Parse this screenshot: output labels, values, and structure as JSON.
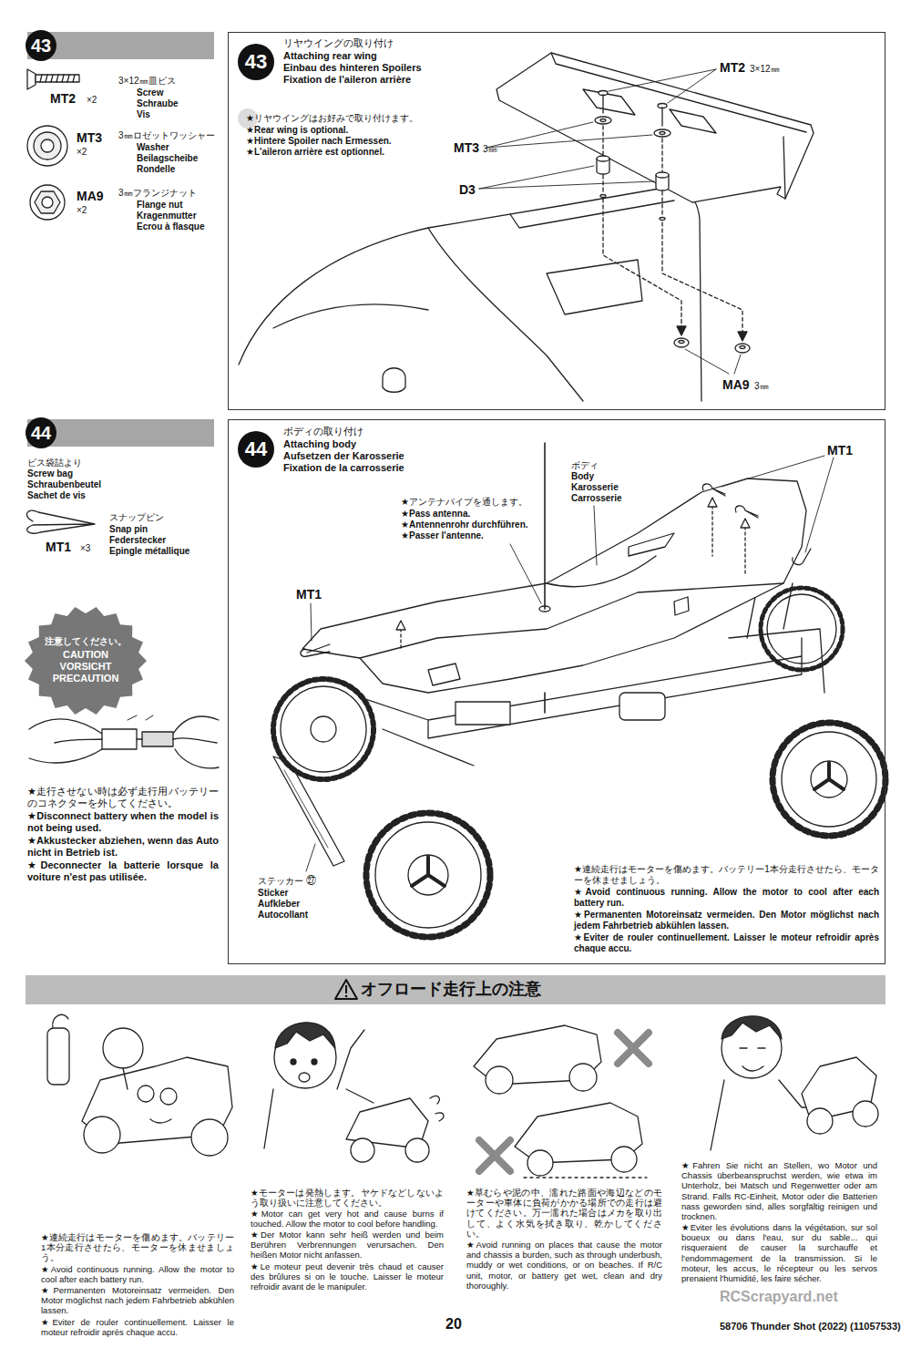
{
  "diagram": {
    "nodes": [
      {
        "text": [
          "43"
        ]
      },
      {
        "text": [
          "43",
          "リヤウイングの取り付け",
          "Attaching rear wing",
          "Einbau des hinteren Spoilers",
          "Fixation de l'aileron arrière"
        ]
      },
      {
        "text": [
          "44"
        ]
      },
      {
        "text": [
          "44",
          "ボディの取り付け",
          "Attaching body",
          "Aufsetzen der Karosserie",
          "Fixation de la carrosserie"
        ]
      },
      {
        "text": [
          "注意してください。",
          "CAUTION",
          "VORSICHT",
          "PRECAUTION"
        ]
      },
      {
        "text": [
          "オフロード走行上の注意"
        ]
      }
    ],
    "labels": [
      "MT2",
      "×2",
      "3×12㎜皿ビス",
      "Screw",
      "Schraube",
      "Vis",
      "MT3",
      "×2",
      "3㎜ロゼットワッシャー",
      "Washer",
      "Beilagscheibe",
      "Rondelle",
      "MA9",
      "×2",
      "3㎜フランジナット",
      "Flange nut",
      "Kragenmutter",
      "Ecrou à flasque",
      "★リヤウイングはお好みで取り付けます。",
      "★Rear wing is optional.",
      "★Hintere Spoiler nach Ermessen.",
      "★L'aileron arrière est optionnel.",
      "MT2",
      "3×12㎜",
      "MT3",
      "3㎜",
      "D3",
      "MA9",
      "3㎜",
      "ビス袋詰より",
      "Screw bag",
      "Schraubenbeutel",
      "Sachet de vis",
      "スナップピン",
      "Snap pin",
      "Federstecker",
      "Epingle métallique",
      "MT1",
      "×3",
      "★走行させない時は必ず走行用バッテリーのコネクターを外してください。",
      "★Disconnect battery when the model is not being used.",
      "★Akkustecker abziehen, wenn das Auto nicht in Betrieb ist.",
      "★Deconnecter la batterie lorsque la voiture n'est pas utilisée.",
      "MT1",
      "ボディ",
      "Body",
      "Karosserie",
      "Carrosserie",
      "★アンテナパイプを通します。",
      "★Pass antenna.",
      "★Antennenrohr durchführen.",
      "★Passer l'antenne.",
      "MT1",
      "ステッカー",
      "㉗",
      "Sticker",
      "Aufkleber",
      "Autocollant",
      "★連続走行はモーターを傷めます。バッテリー1本分走行させたら、モーターを休ませましょう。",
      "★Avoid continuous running. Allow the motor to cool after each battery run.",
      "★Permanenten Motoreinsatz vermeiden. Den Motor möglichst nach jedem Fahrbetrieb abkühlen lassen.",
      "★Eviter de rouler continuellement. Laisser le moteur refroidir après chaque accu.",
      "★連続走行はモーターを傷めます。バッテリー1本分走行させたら、モーターを休ませましょう。",
      "★Avoid continuous running. Allow the motor to cool after each battery run.",
      "★Permanenten Motoreinsatz vermeiden. Den Motor möglichst nach jedem Fahrbetrieb abkühlen lassen.",
      "★Eviter de rouler continuellement. Laisser le moteur refroidir après chaque accu.",
      "★モーターは発熱します。ヤケドなどしないよう取り扱いに注意してください。",
      "★Motor can get very hot and cause burns if touched. Allow the motor to cool before handling.",
      "★Der Motor kann sehr heiß werden und beim Berühren Verbrennungen verursachen. Den heißen Motor nicht anfassen.",
      "★Le moteur peut devenir très chaud et causer des brûlures si on le touche. Laisser le moteur refroidir avant de le manipuler.",
      "★草むらや泥の中、濡れた路面や海辺などのモーターや車体に負荷がかかる場所での走行は避けてください。万一濡れた場合はメカを取り出して、よく水気を拭き取り、乾かしてください。",
      "★Avoid running on places that cause the motor and chassis a burden, such as through underbush, muddy or wet conditions, or on beaches. If R/C unit, motor, or battery get wet, clean and dry thoroughly.",
      "★Fahren Sie nicht an Stellen, wo Motor und Chassis überbeanspruchst werden, wie etwa im Unterholz, bei Matsch und Regenwetter oder am Strand. Falls RC-Einheit, Motor oder die Batterien nass geworden sind, alles sorgfältig reinigen und trocknen.",
      "★Eviter les évolutions dans la végétation, sur sol boueux ou dans l'eau, sur du sable... qui risqueraient de causer la surchauffe et l'endommagement de la transmission. Si le moteur, les accus, le récepteur ou les servos prenaient l'humidité, les faire sécher.",
      "RCScrapyard.net",
      "20",
      "58706 Thunder Shot (2022) (11057533)"
    ]
  }
}
